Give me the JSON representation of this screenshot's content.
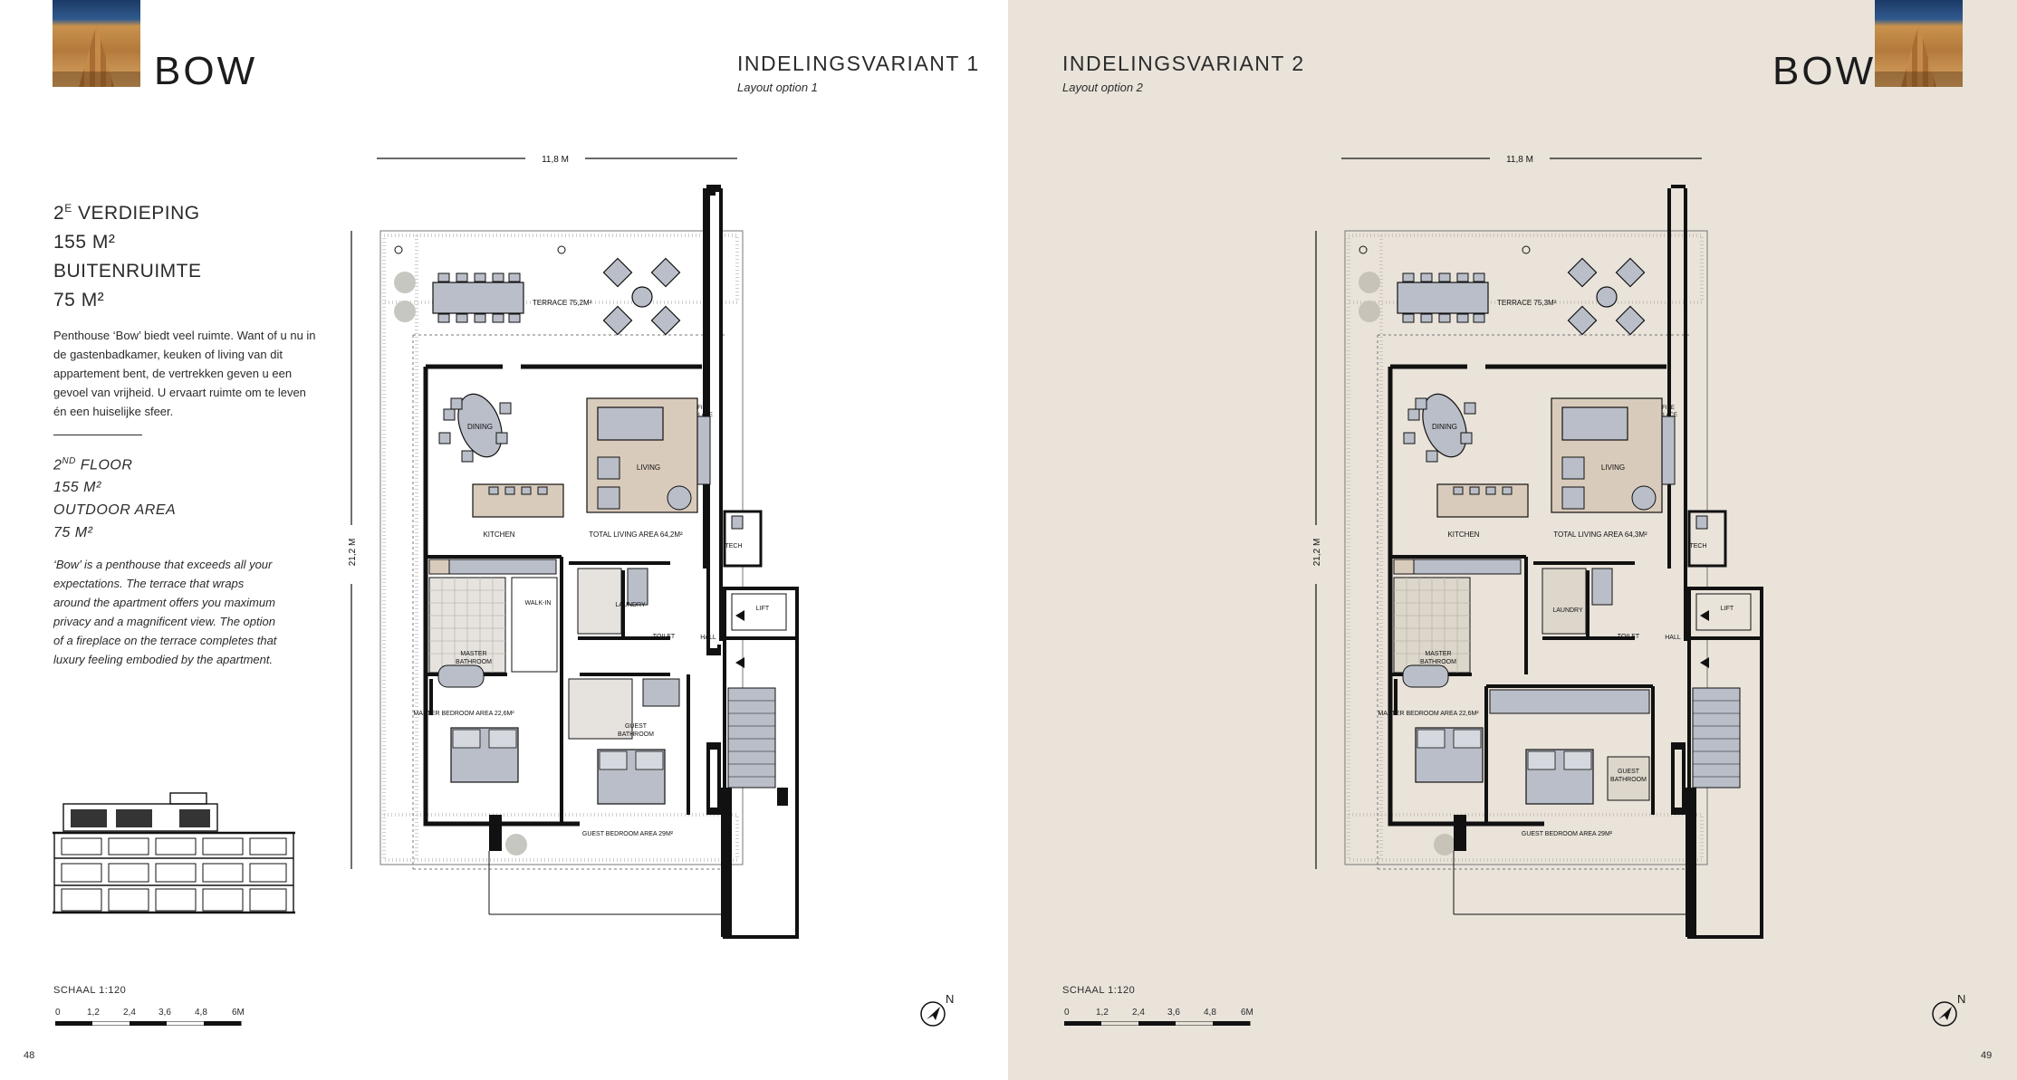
{
  "left_page": {
    "brand": "BOW",
    "variant_title": "INDELINGSVARIANT 1",
    "variant_subtitle": "Layout option 1",
    "width_dimension": "11,8 M",
    "height_dimension": "21,2 M",
    "spec_nl": {
      "floor_num": "2",
      "floor_sup": "E",
      "floor_rest": " VERDIEPING",
      "area": "155 M²",
      "outdoor_label": "BUITENRUIMTE",
      "outdoor_area": "75 M²"
    },
    "description_nl": "Penthouse ‘Bow’ biedt veel ruimte. Want of u nu in de gastenbadkamer, keuken of living van dit appartement bent, de vertrekken geven u een gevoel van vrijheid. U ervaart ruimte om te leven én een huiselijke sfeer.",
    "spec_en": {
      "floor_num": "2",
      "floor_sup": "ND",
      "floor_rest": " FLOOR",
      "area": "155 M²",
      "outdoor_label": "OUTDOOR AREA",
      "outdoor_area": "75 M²"
    },
    "description_en": "‘Bow’ is a penthouse that exceeds all your expectations. The terrace that wraps around the apartment offers you maximum privacy and a magnificent view. The option of a fireplace on the terrace completes that luxury feeling embodied by the apartment.",
    "scale_label": "SCHAAL 1:120",
    "scale_ticks": [
      "0",
      "1,2",
      "2,4",
      "3,6",
      "4,8",
      "6M"
    ],
    "north_label": "N",
    "page_number": "48",
    "rooms": {
      "terrace": "TERRACE 75,2M²",
      "dining": "DINING",
      "living": "LIVING",
      "fireplace_1": "FIRE",
      "fireplace_2": "PLACE",
      "kitchen": "KITCHEN",
      "total_living": "TOTAL LIVING AREA 64,2M²",
      "tech": "TECH",
      "walk_in": "WALK-IN",
      "laundry": "LAUNDRY",
      "toilet": "TOILET",
      "lift": "LIFT",
      "hall": "HALL",
      "master_bath_1": "MASTER",
      "master_bath_2": "BATHROOM",
      "master_bedroom": "MASTER BEDROOM AREA 22,6M²",
      "guest_bath_1": "GUEST",
      "guest_bath_2": "BATHROOM",
      "guest_bedroom": "GUEST BEDROOM AREA 29M²"
    }
  },
  "right_page": {
    "brand": "BOW",
    "variant_title": "INDELINGSVARIANT 2",
    "variant_subtitle": "Layout option 2",
    "width_dimension": "11,8 M",
    "height_dimension": "21,2 M",
    "scale_label": "SCHAAL 1:120",
    "scale_ticks": [
      "0",
      "1,2",
      "2,4",
      "3,6",
      "4,8",
      "6M"
    ],
    "north_label": "N",
    "page_number": "49",
    "rooms": {
      "terrace": "TERRACE 75,3M²",
      "dining": "DINING",
      "living": "LIVING",
      "fireplace_1": "FIRE",
      "fireplace_2": "PLACE",
      "kitchen": "KITCHEN",
      "total_living": "TOTAL LIVING AREA 64,3M²",
      "tech": "TECH",
      "laundry": "LAUNDRY",
      "toilet": "TOILET",
      "lift": "LIFT",
      "hall": "HALL",
      "master_bath_1": "MASTER",
      "master_bath_2": "BATHROOM",
      "master_bedroom": "MASTER BEDROOM AREA 22,6M²",
      "guest_bath_1": "GUEST",
      "guest_bath_2": "BATHROOM",
      "guest_bedroom": "GUEST BEDROOM AREA 29M²"
    }
  },
  "colors": {
    "left_background": "#ffffff",
    "right_background": "#e9e3da",
    "wall": "#111111",
    "furniture_fill": "#b9bec8",
    "living_rug": "#d9cbbb",
    "text": "#2b2b2b"
  },
  "icons": [
    "boat-deck-photo",
    "north-arrow-icon",
    "building-elevation-drawing"
  ]
}
